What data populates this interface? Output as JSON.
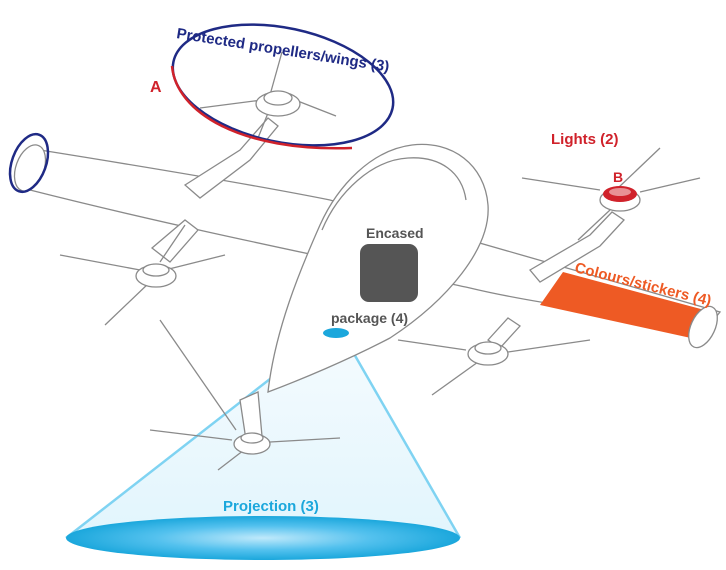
{
  "labels": {
    "protected": "Protected propellers/wings (3)",
    "marker_a": "A",
    "marker_b": "B",
    "lights": "Lights (2)",
    "encased_line1": "Encased",
    "encased_line2": "package (4)",
    "colours": "Colours/stickers (4)",
    "projection": "Projection (3)"
  },
  "colors": {
    "navy": "#1f2a85",
    "red": "#d0222b",
    "orange": "#ee5a24",
    "cyan": "#1ba7dc",
    "package": "#555555",
    "outline": "#8a8a8a",
    "label_gray": "#555555"
  }
}
